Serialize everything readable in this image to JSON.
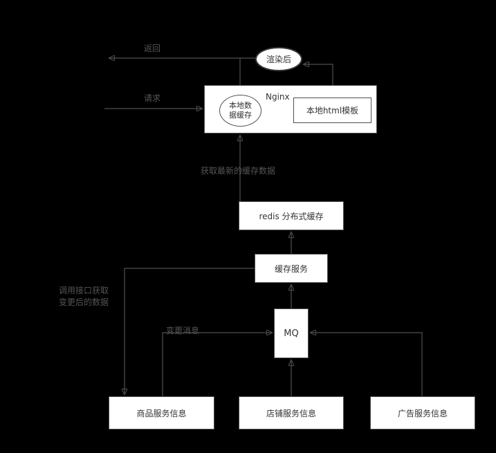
{
  "nodes": {
    "rendered": "渲染后",
    "nginx": "Nginx",
    "local_cache_line1": "本地数",
    "local_cache_line2": "据缓存",
    "template": "本地html模板",
    "redis": "redis 分布式缓存",
    "cache_service": "缓存服务",
    "mq": "MQ",
    "product": "商品服务信息",
    "shop": "店铺服务信息",
    "ad": "广告服务信息"
  },
  "labels": {
    "return": "返回",
    "request": "请求",
    "fetch_latest": "获取最新的缓存数据",
    "call_api_line1": "调用接口获取",
    "call_api_line2": "变更后的数据",
    "change_message": "变更消息"
  },
  "colors": {
    "background": "#000000",
    "node_fill": "#ffffff",
    "node_border": "#4f4f4f",
    "node_text": "#333333",
    "line": "#4f4f4f",
    "label_text": "#555555"
  }
}
